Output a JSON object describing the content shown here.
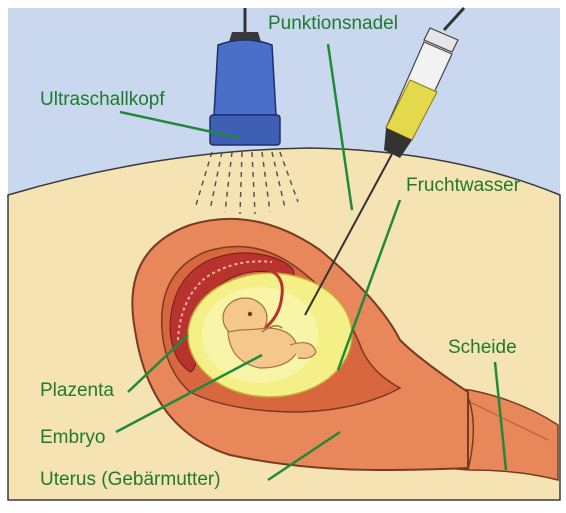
{
  "diagram": {
    "labels": {
      "needle": "Punktionsnadel",
      "probe": "Ultraschallkopf",
      "fluid": "Fruchtwasser",
      "vagina": "Scheide",
      "placenta": "Plazenta",
      "embryo": "Embryo",
      "uterus": "Uterus (Gebärmutter)"
    },
    "colors": {
      "label_text": "#1f7a2e",
      "leader_line": "#1e8a3a",
      "sky": "#c9d8ef",
      "abdomen": "#f6e3b3",
      "uterus": "#e8875a",
      "amniotic_fluid": "#f4ef86",
      "probe": "#4a6fc8",
      "placenta": "#b8332e"
    }
  }
}
